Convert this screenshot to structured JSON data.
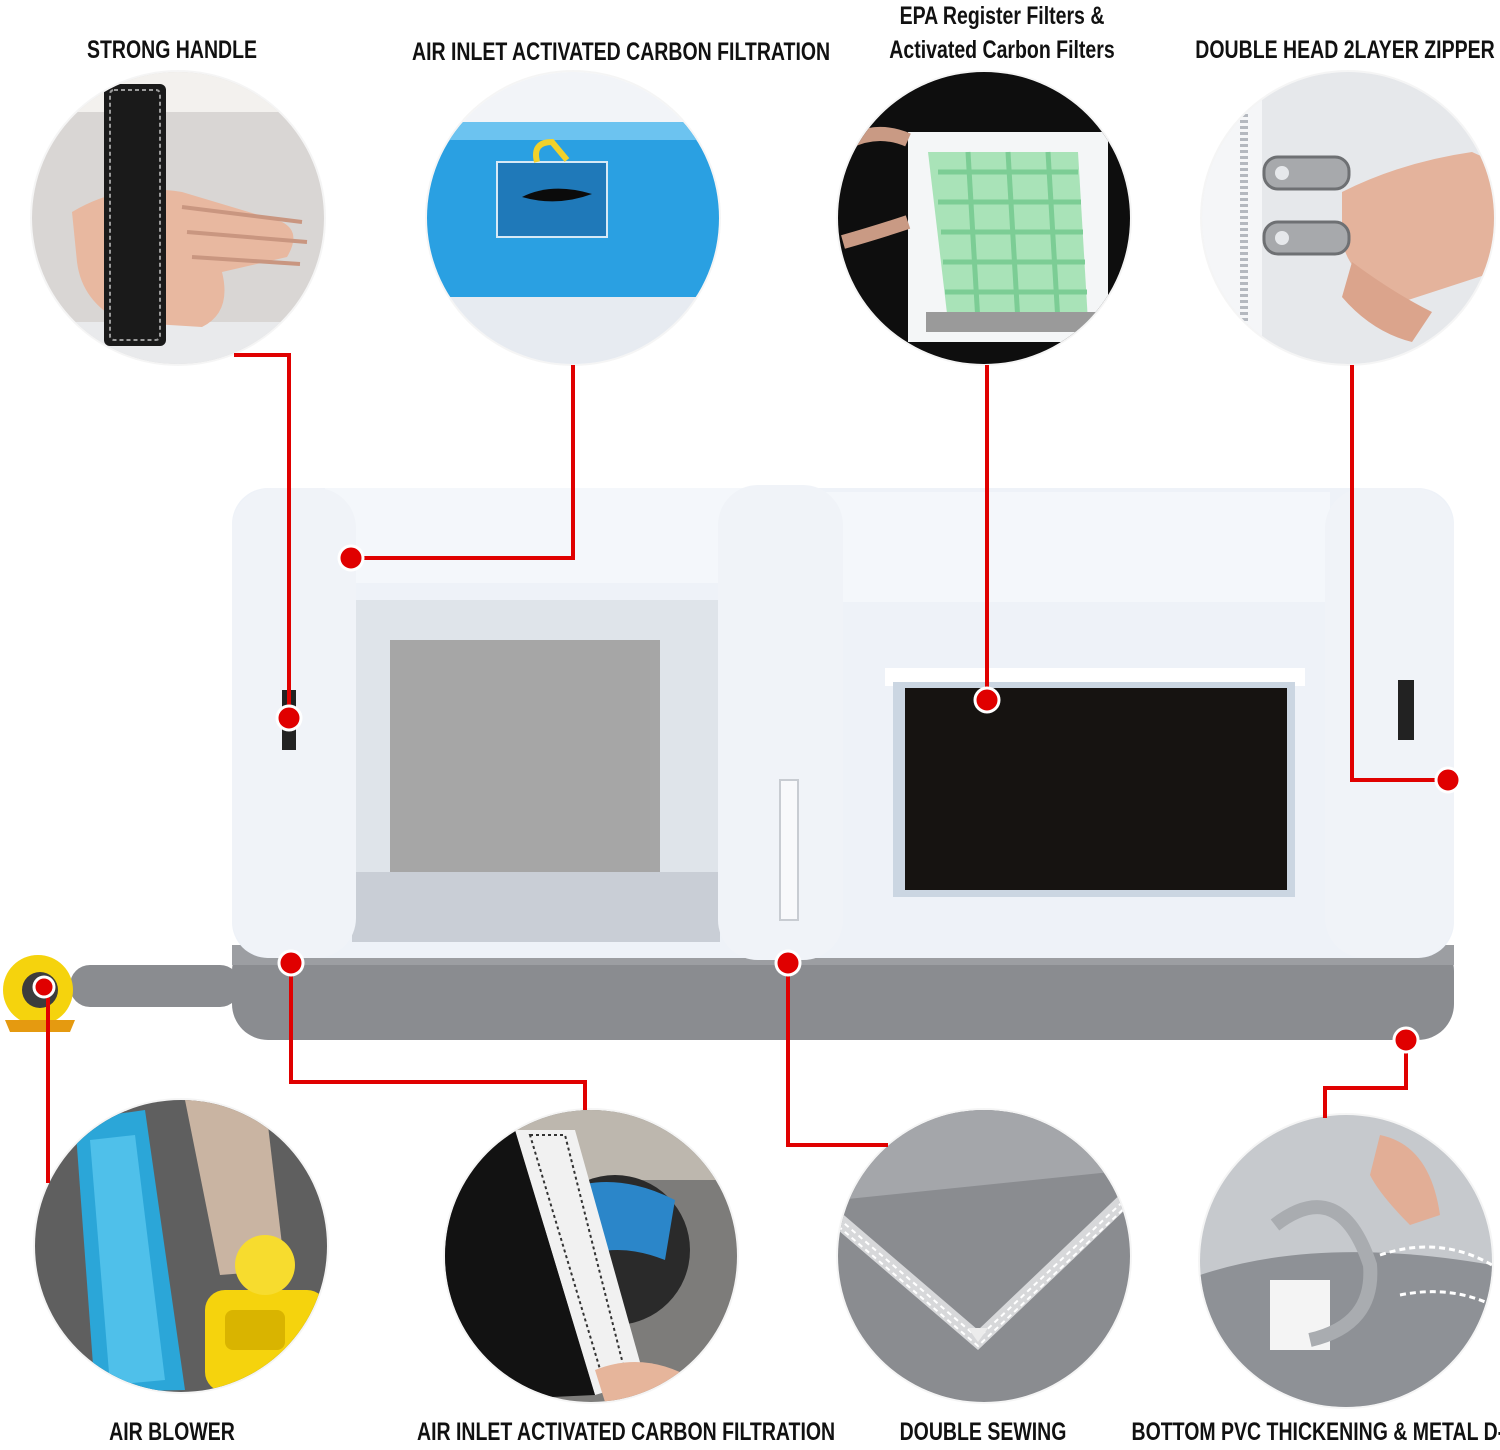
{
  "labels": {
    "strong_handle": "STRONG HANDLE",
    "air_inlet_top": "AIR INLET ACTIVATED CARBON FILTRATION",
    "epa_line1": "EPA Register Filters &",
    "epa_line2": "Activated Carbon Filters",
    "zipper": "DOUBLE HEAD 2LAYER ZIPPER",
    "air_blower": "AIR BLOWER",
    "air_inlet_bottom": "AIR INLET ACTIVATED CARBON FILTRATION",
    "double_sewing": "DOUBLE SEWING",
    "d_ring": "BOTTOM PVC THICKENING & METAL D-RING"
  },
  "colors": {
    "callout_red": "#e00000",
    "booth_white": "#eef2f8",
    "booth_gray": "#8a8c90",
    "window_dark": "#161311",
    "window_gray": "#a6a6a6",
    "blower_yellow": "#f5d30d"
  }
}
